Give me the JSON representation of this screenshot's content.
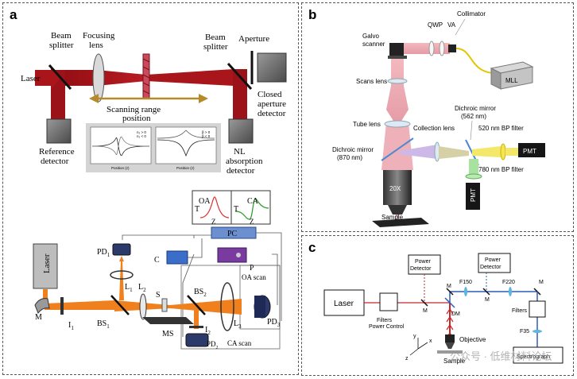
{
  "panels": {
    "a": {
      "letter": "a",
      "top": {
        "laser": "Laser",
        "beam_splitter_left": [
          "Beam",
          "splitter"
        ],
        "focusing_lens": [
          "Focusing",
          "lens"
        ],
        "beam_splitter_right": [
          "Beam",
          "splitter"
        ],
        "aperture": "Aperture",
        "scanning_range": [
          "Scanning range",
          "position"
        ],
        "closed_aperture_detector": [
          "Closed",
          "aperture",
          "detector"
        ],
        "reference_detector": [
          "Reference",
          "detector"
        ],
        "nl_absorption_detector": [
          "NL",
          "absorption",
          "detector"
        ],
        "inset_legend_left": [
          "n₂ > 0",
          "n₂ < 0"
        ],
        "inset_legend_right": [
          "β > 0",
          "β < 0"
        ],
        "inset_xlabel": "Position (z)"
      },
      "bottom": {
        "laser": "Laser",
        "pc": "PC",
        "oa": "OA",
        "ca": "CA",
        "t": "T",
        "z": "Z",
        "pd1": "PD",
        "pd1_sub": "1",
        "pd2": "PD",
        "pd2_sub": "2",
        "pd3": "PD",
        "pd3_sub": "3",
        "c": "C",
        "p": "P",
        "l1": "L",
        "l1_sub": "1",
        "l2": "L",
        "l2_sub": "2",
        "l3": "L",
        "l3_sub": "3",
        "s": "S",
        "bs1": "BS",
        "bs1_sub": "1",
        "bs2": "BS",
        "bs2_sub": "2",
        "i1": "I",
        "i1_sub": "1",
        "i2": "I",
        "i2_sub": "2",
        "m": "M",
        "ms": "MS",
        "oa_scan": "OA scan",
        "ca_scan": "CA scan"
      }
    },
    "b": {
      "letter": "b",
      "qwp": "QWP",
      "va": "VA",
      "collimator": "Collimator",
      "galvo": [
        "Galvo",
        "scanner"
      ],
      "mll": "MLL",
      "scans_lens": "Scans lens",
      "tube_lens": "Tube lens",
      "dichroic_562": [
        "Dichroic mirror",
        "(562 nm)"
      ],
      "collection_lens": "Collection lens",
      "filter_520": "520 nm BP filter",
      "dichroic_870": [
        "Dichroic mirror",
        "(870 nm)"
      ],
      "pmt_right": "PMT",
      "filter_780": "780 nm BP filter",
      "pmt_bottom": "PMT",
      "objective": "20X",
      "sample": "Sample"
    },
    "c": {
      "letter": "c",
      "laser": "Laser",
      "filters_power_control": [
        "Filters",
        "Power Control"
      ],
      "power_detector_1": [
        "Power",
        "Detector"
      ],
      "power_detector_2": [
        "Power",
        "Detector"
      ],
      "m_labels": [
        "M",
        "M",
        "M"
      ],
      "f150": "F150",
      "f220": "F220",
      "dm": "DM",
      "filters": "Filters",
      "objective": "Objective",
      "f35": "F35",
      "spectrograph": "Spectrograph",
      "sample": "Sample",
      "axis_x": "x",
      "axis_y": "y",
      "axis_z": "z",
      "watermark": "公众号 · 低维材料论坛"
    }
  },
  "colors": {
    "beam_red": "#a8151b",
    "beam_orange": "#f07f1e",
    "beam_pink": "#e8a0a8",
    "laser_c_red": "#c8262b",
    "blue": "#2d5db5",
    "cyan": "#5bb6e0"
  }
}
